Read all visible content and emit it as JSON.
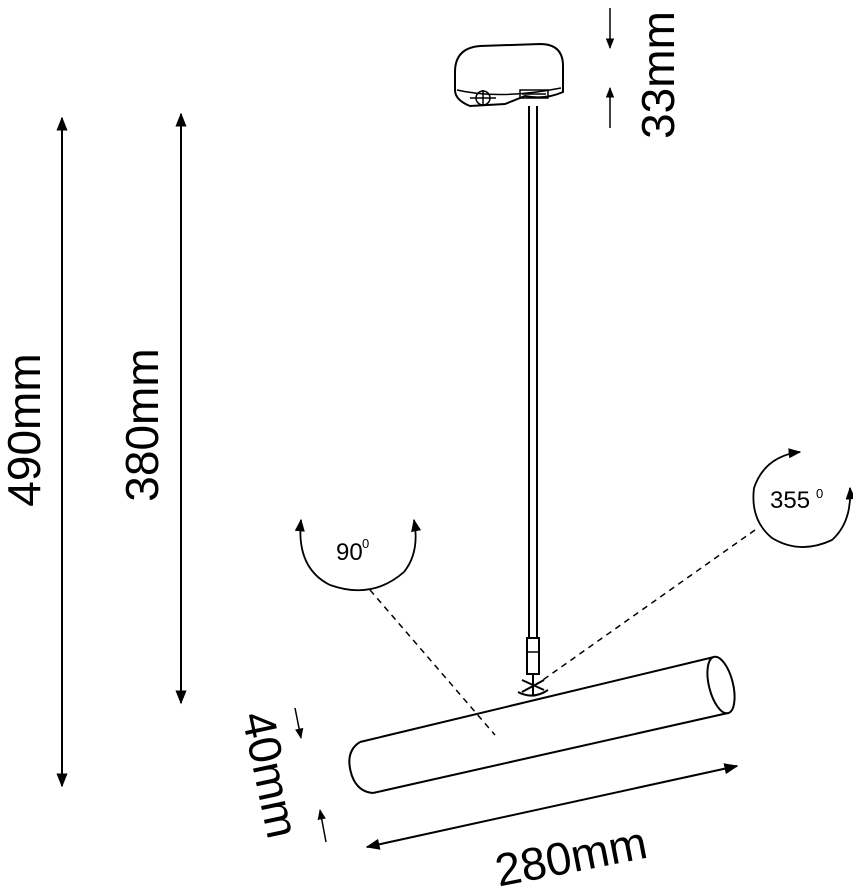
{
  "dimensions": {
    "total_height": "490mm",
    "rod_height": "380mm",
    "adapter_height": "33mm",
    "tube_diameter": "40mm",
    "tube_length": "280mm"
  },
  "angles": {
    "tilt": {
      "value": "90",
      "unit": "0"
    },
    "rotation": {
      "value": "355",
      "unit": "0"
    }
  }
}
